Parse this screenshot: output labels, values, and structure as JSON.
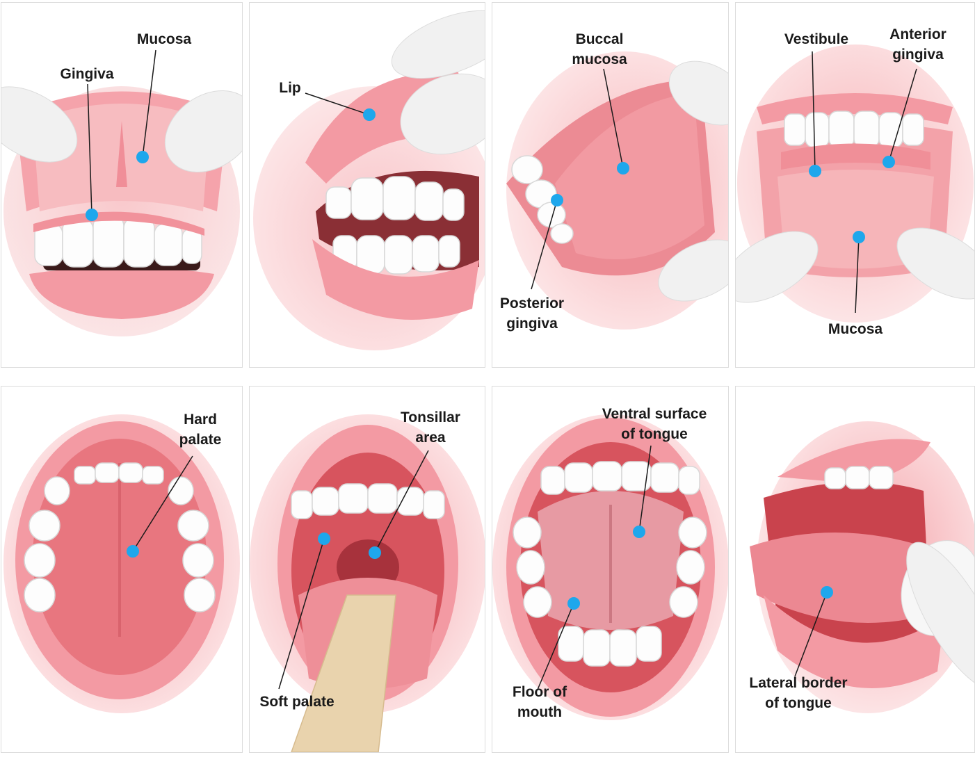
{
  "panels": [
    {
      "id": "upper-lip-mucosa",
      "labels": [
        [
          "Mucosa"
        ],
        [
          "Gingiva"
        ]
      ]
    },
    {
      "id": "lip",
      "labels": [
        [
          "Lip"
        ]
      ]
    },
    {
      "id": "buccal",
      "labels": [
        [
          "Buccal",
          "mucosa"
        ],
        [
          "Posterior",
          "gingiva"
        ]
      ]
    },
    {
      "id": "lower-lip",
      "labels": [
        [
          "Vestibule"
        ],
        [
          "Anterior",
          "gingiva"
        ],
        [
          "Mucosa"
        ]
      ]
    },
    {
      "id": "hard-palate",
      "labels": [
        [
          "Hard",
          "palate"
        ]
      ]
    },
    {
      "id": "soft-palate",
      "labels": [
        [
          "Tonsillar",
          "area"
        ],
        [
          "Soft palate"
        ]
      ]
    },
    {
      "id": "floor",
      "labels": [
        [
          "Ventral surface",
          "of tongue"
        ],
        [
          "Floor of",
          "mouth"
        ]
      ]
    },
    {
      "id": "lateral-tongue",
      "labels": [
        [
          "Lateral border",
          "of tongue"
        ]
      ]
    }
  ],
  "colors": {
    "marker": "#1ea7ec",
    "leader": "#1a1a1a",
    "lip": "#f19aa3",
    "mucosa": "#f6b3b6",
    "tooth": "#fbfbfb",
    "glove": "#f1f1f1",
    "spatula": "#e9d3ad"
  }
}
